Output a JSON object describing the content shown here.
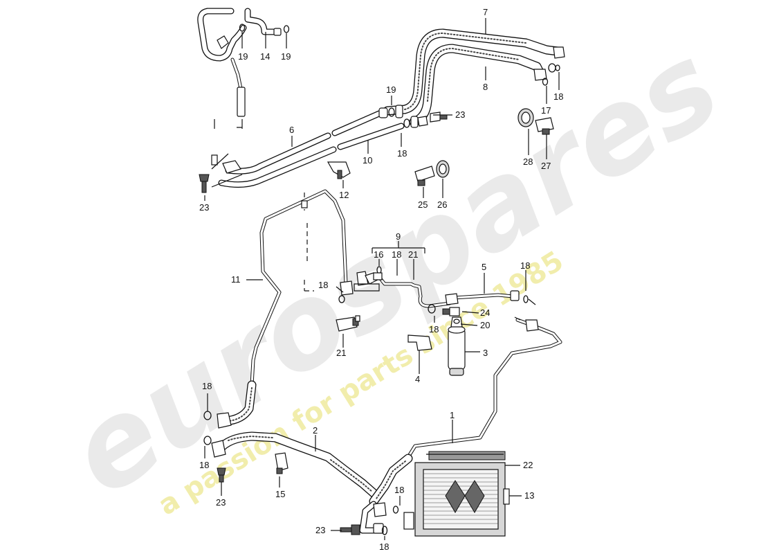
{
  "watermark": {
    "brand": "eurospares",
    "tagline": "a passion for parts since 1985"
  },
  "callouts": [
    {
      "id": "c19a",
      "text": "19"
    },
    {
      "id": "c14",
      "text": "14"
    },
    {
      "id": "c19b",
      "text": "19"
    },
    {
      "id": "c7",
      "text": "7"
    },
    {
      "id": "c8",
      "text": "8"
    },
    {
      "id": "c18a",
      "text": "18"
    },
    {
      "id": "c17",
      "text": "17"
    },
    {
      "id": "c19c",
      "text": "19"
    },
    {
      "id": "c23a",
      "text": "23"
    },
    {
      "id": "c6",
      "text": "6"
    },
    {
      "id": "c10",
      "text": "10"
    },
    {
      "id": "c18b",
      "text": "18"
    },
    {
      "id": "c28",
      "text": "28"
    },
    {
      "id": "c27",
      "text": "27"
    },
    {
      "id": "c23b",
      "text": "23"
    },
    {
      "id": "c12",
      "text": "12"
    },
    {
      "id": "c25",
      "text": "25"
    },
    {
      "id": "c26",
      "text": "26"
    },
    {
      "id": "c9",
      "text": "9"
    },
    {
      "id": "c16",
      "text": "16"
    },
    {
      "id": "c18c",
      "text": "18"
    },
    {
      "id": "c21a",
      "text": "21"
    },
    {
      "id": "c5",
      "text": "5"
    },
    {
      "id": "c18d",
      "text": "18"
    },
    {
      "id": "c11",
      "text": "11"
    },
    {
      "id": "c18e",
      "text": "18"
    },
    {
      "id": "c24",
      "text": "24"
    },
    {
      "id": "c18f",
      "text": "18"
    },
    {
      "id": "c20",
      "text": "20"
    },
    {
      "id": "c21b",
      "text": "21"
    },
    {
      "id": "c3",
      "text": "3"
    },
    {
      "id": "c4",
      "text": "4"
    },
    {
      "id": "c18g",
      "text": "18"
    },
    {
      "id": "c1",
      "text": "1"
    },
    {
      "id": "c2",
      "text": "2"
    },
    {
      "id": "c22",
      "text": "22"
    },
    {
      "id": "c18h",
      "text": "18"
    },
    {
      "id": "c23c",
      "text": "23"
    },
    {
      "id": "c15",
      "text": "15"
    },
    {
      "id": "c18i",
      "text": "18"
    },
    {
      "id": "c13",
      "text": "13"
    },
    {
      "id": "c23d",
      "text": "23"
    },
    {
      "id": "c18j",
      "text": "18"
    }
  ]
}
